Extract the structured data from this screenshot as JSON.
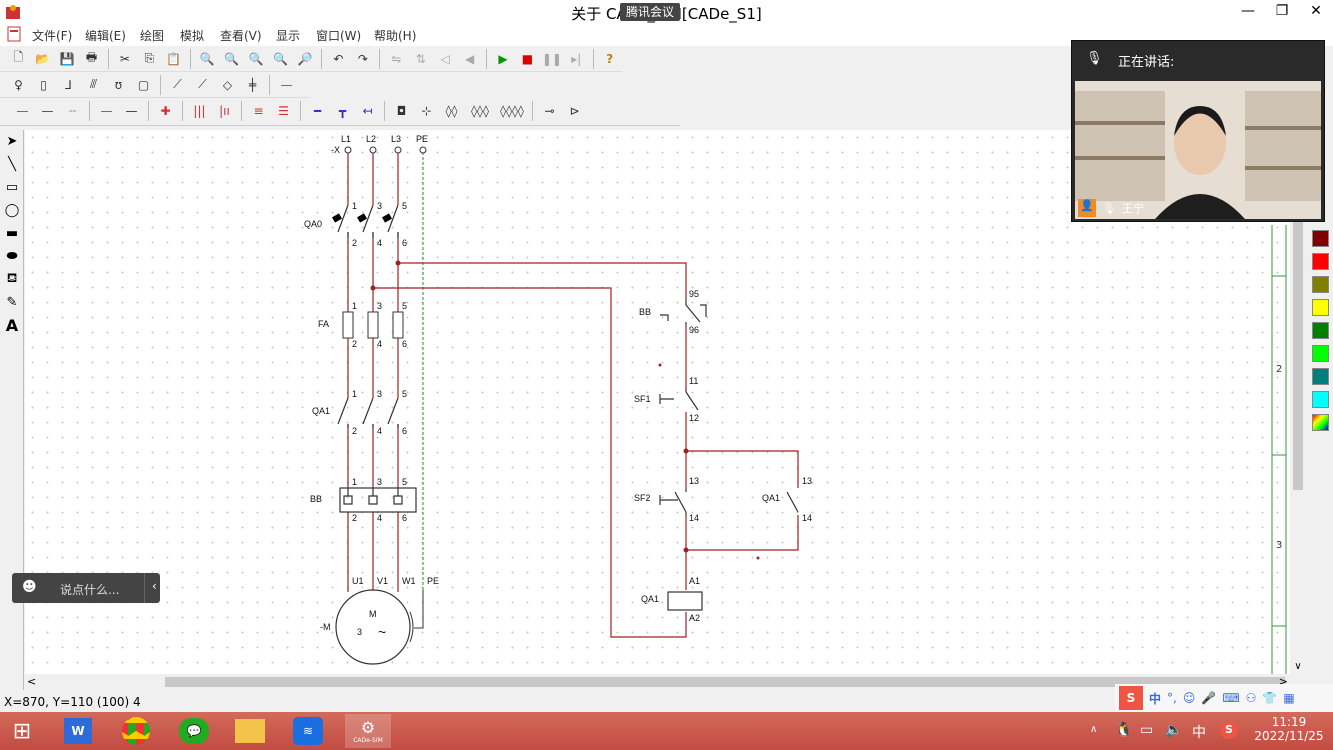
{
  "window": {
    "title": "关于 CADe_SIM[CADe_S1]",
    "overlay_badge": "腾讯会议",
    "minimize_icon": "minimize-icon",
    "maximize_icon": "maximize-icon",
    "close_icon": "close-icon"
  },
  "menu": {
    "items": [
      "文件(F)",
      "编辑(E)",
      "绘图",
      "模拟",
      "查看(V)",
      "显示",
      "窗口(W)",
      "帮助(H)"
    ]
  },
  "meeting": {
    "speaking_label": "正在讲话:",
    "participant_name": "王宁"
  },
  "chat": {
    "placeholder": "说点什么..."
  },
  "status": {
    "coords": "X=870, Y=110 (100) 4"
  },
  "ruler": {
    "labels": [
      "2",
      "3"
    ]
  },
  "taskbar": {
    "time": "11:19",
    "date": "2022/11/25",
    "lang": "中",
    "cade_label": "CADe-SIM"
  },
  "ime": {
    "lang": "中",
    "punct": "°,"
  },
  "palette": {
    "colors": [
      "#7f0000",
      "#ff0000",
      "#7f7f00",
      "#ffff00",
      "#007f00",
      "#00ff00",
      "#007f7f",
      "#00ffff"
    ]
  },
  "circuit": {
    "main_terminals": [
      "L1",
      "L2",
      "L3",
      "PE"
    ],
    "terminal_prefix": "-X",
    "qa0": "QA0",
    "fa": "FA",
    "qa1": "QA1",
    "bb": "BB",
    "motor_terms": [
      "U1",
      "V1",
      "W1",
      "PE"
    ],
    "motor_label": "-M",
    "motor_m": "M",
    "motor_3": "3",
    "motor_tilde": "~",
    "pins_top": [
      "1",
      "3",
      "5"
    ],
    "pins_bot": [
      "2",
      "4",
      "6"
    ],
    "ctrl_bb": "BB",
    "ctrl_bb_pins": [
      "95",
      "96"
    ],
    "sf1": "SF1",
    "sf1_pins": [
      "11",
      "12"
    ],
    "sf2": "SF2",
    "sf2_pins": [
      "13",
      "14"
    ],
    "qa1_aux": "QA1",
    "qa1_aux_pins": [
      "13",
      "14"
    ],
    "coil": "QA1",
    "coil_pins": [
      "A1",
      "A2"
    ]
  }
}
